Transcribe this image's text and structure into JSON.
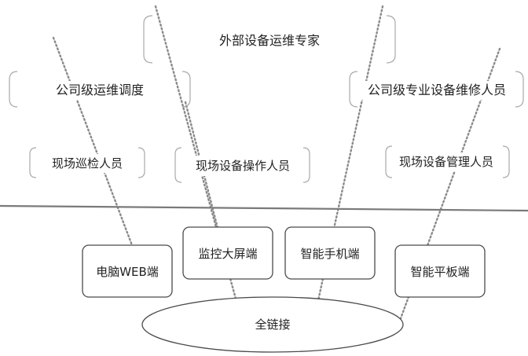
{
  "external_experts": "外部设备运维专家",
  "company_dispatch": "公司级运维调度",
  "company_maintenance": "公司级专业设备维修人员",
  "field_inspectors": "现场巡检人员",
  "field_operators": "现场设备操作人员",
  "field_managers": "现场设备管理人员",
  "pc_web_terminal": "电脑WEB端",
  "big_screen_terminal": "监控大屏端",
  "smartphone_terminal": "智能手机端",
  "tablet_terminal": "智能平板端",
  "full_link": "全链接"
}
